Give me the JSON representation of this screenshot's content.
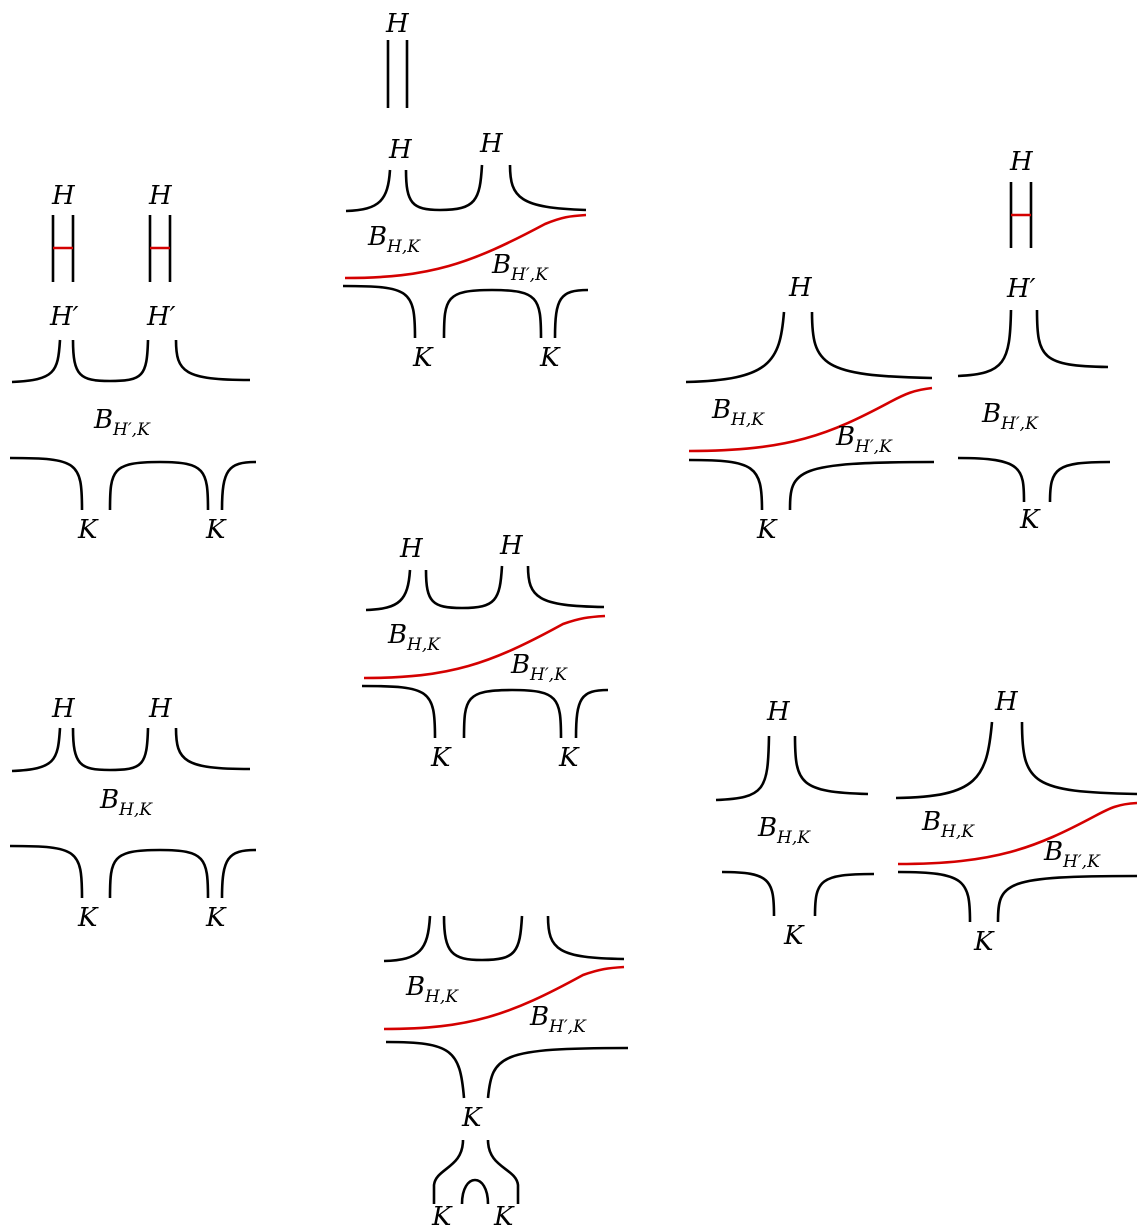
{
  "colors": {
    "ink": "#000000",
    "seam": "#d40000",
    "background": "#ffffff"
  },
  "labels": {
    "H": "H",
    "H_prime": "H′",
    "K": "K",
    "B": "B",
    "sub_HK": "H,K",
    "sub_HpK": "H′,K"
  }
}
